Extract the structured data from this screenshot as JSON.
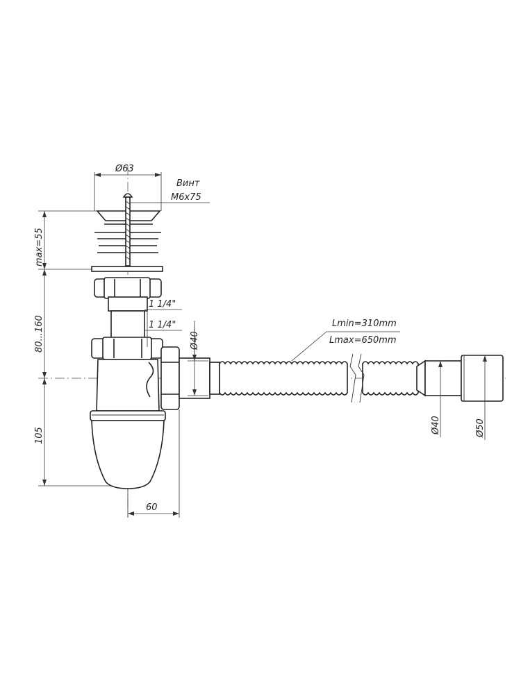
{
  "drawing": {
    "dia_63": "Ø63",
    "screw_title": "Винт",
    "screw_spec": "M6x75",
    "max_55": "max=55",
    "range_80_160": "80...160",
    "thread_upper": "1 1/4\"",
    "thread_lower": "1 1/4\"",
    "dia_40_outlet": "Ø40",
    "length_min": "Lmin=310mm",
    "length_max": "Lmax=650mm",
    "dim_105": "105",
    "dim_60": "60",
    "dia_40_hose": "Ø40",
    "dia_50_hose": "Ø50"
  }
}
